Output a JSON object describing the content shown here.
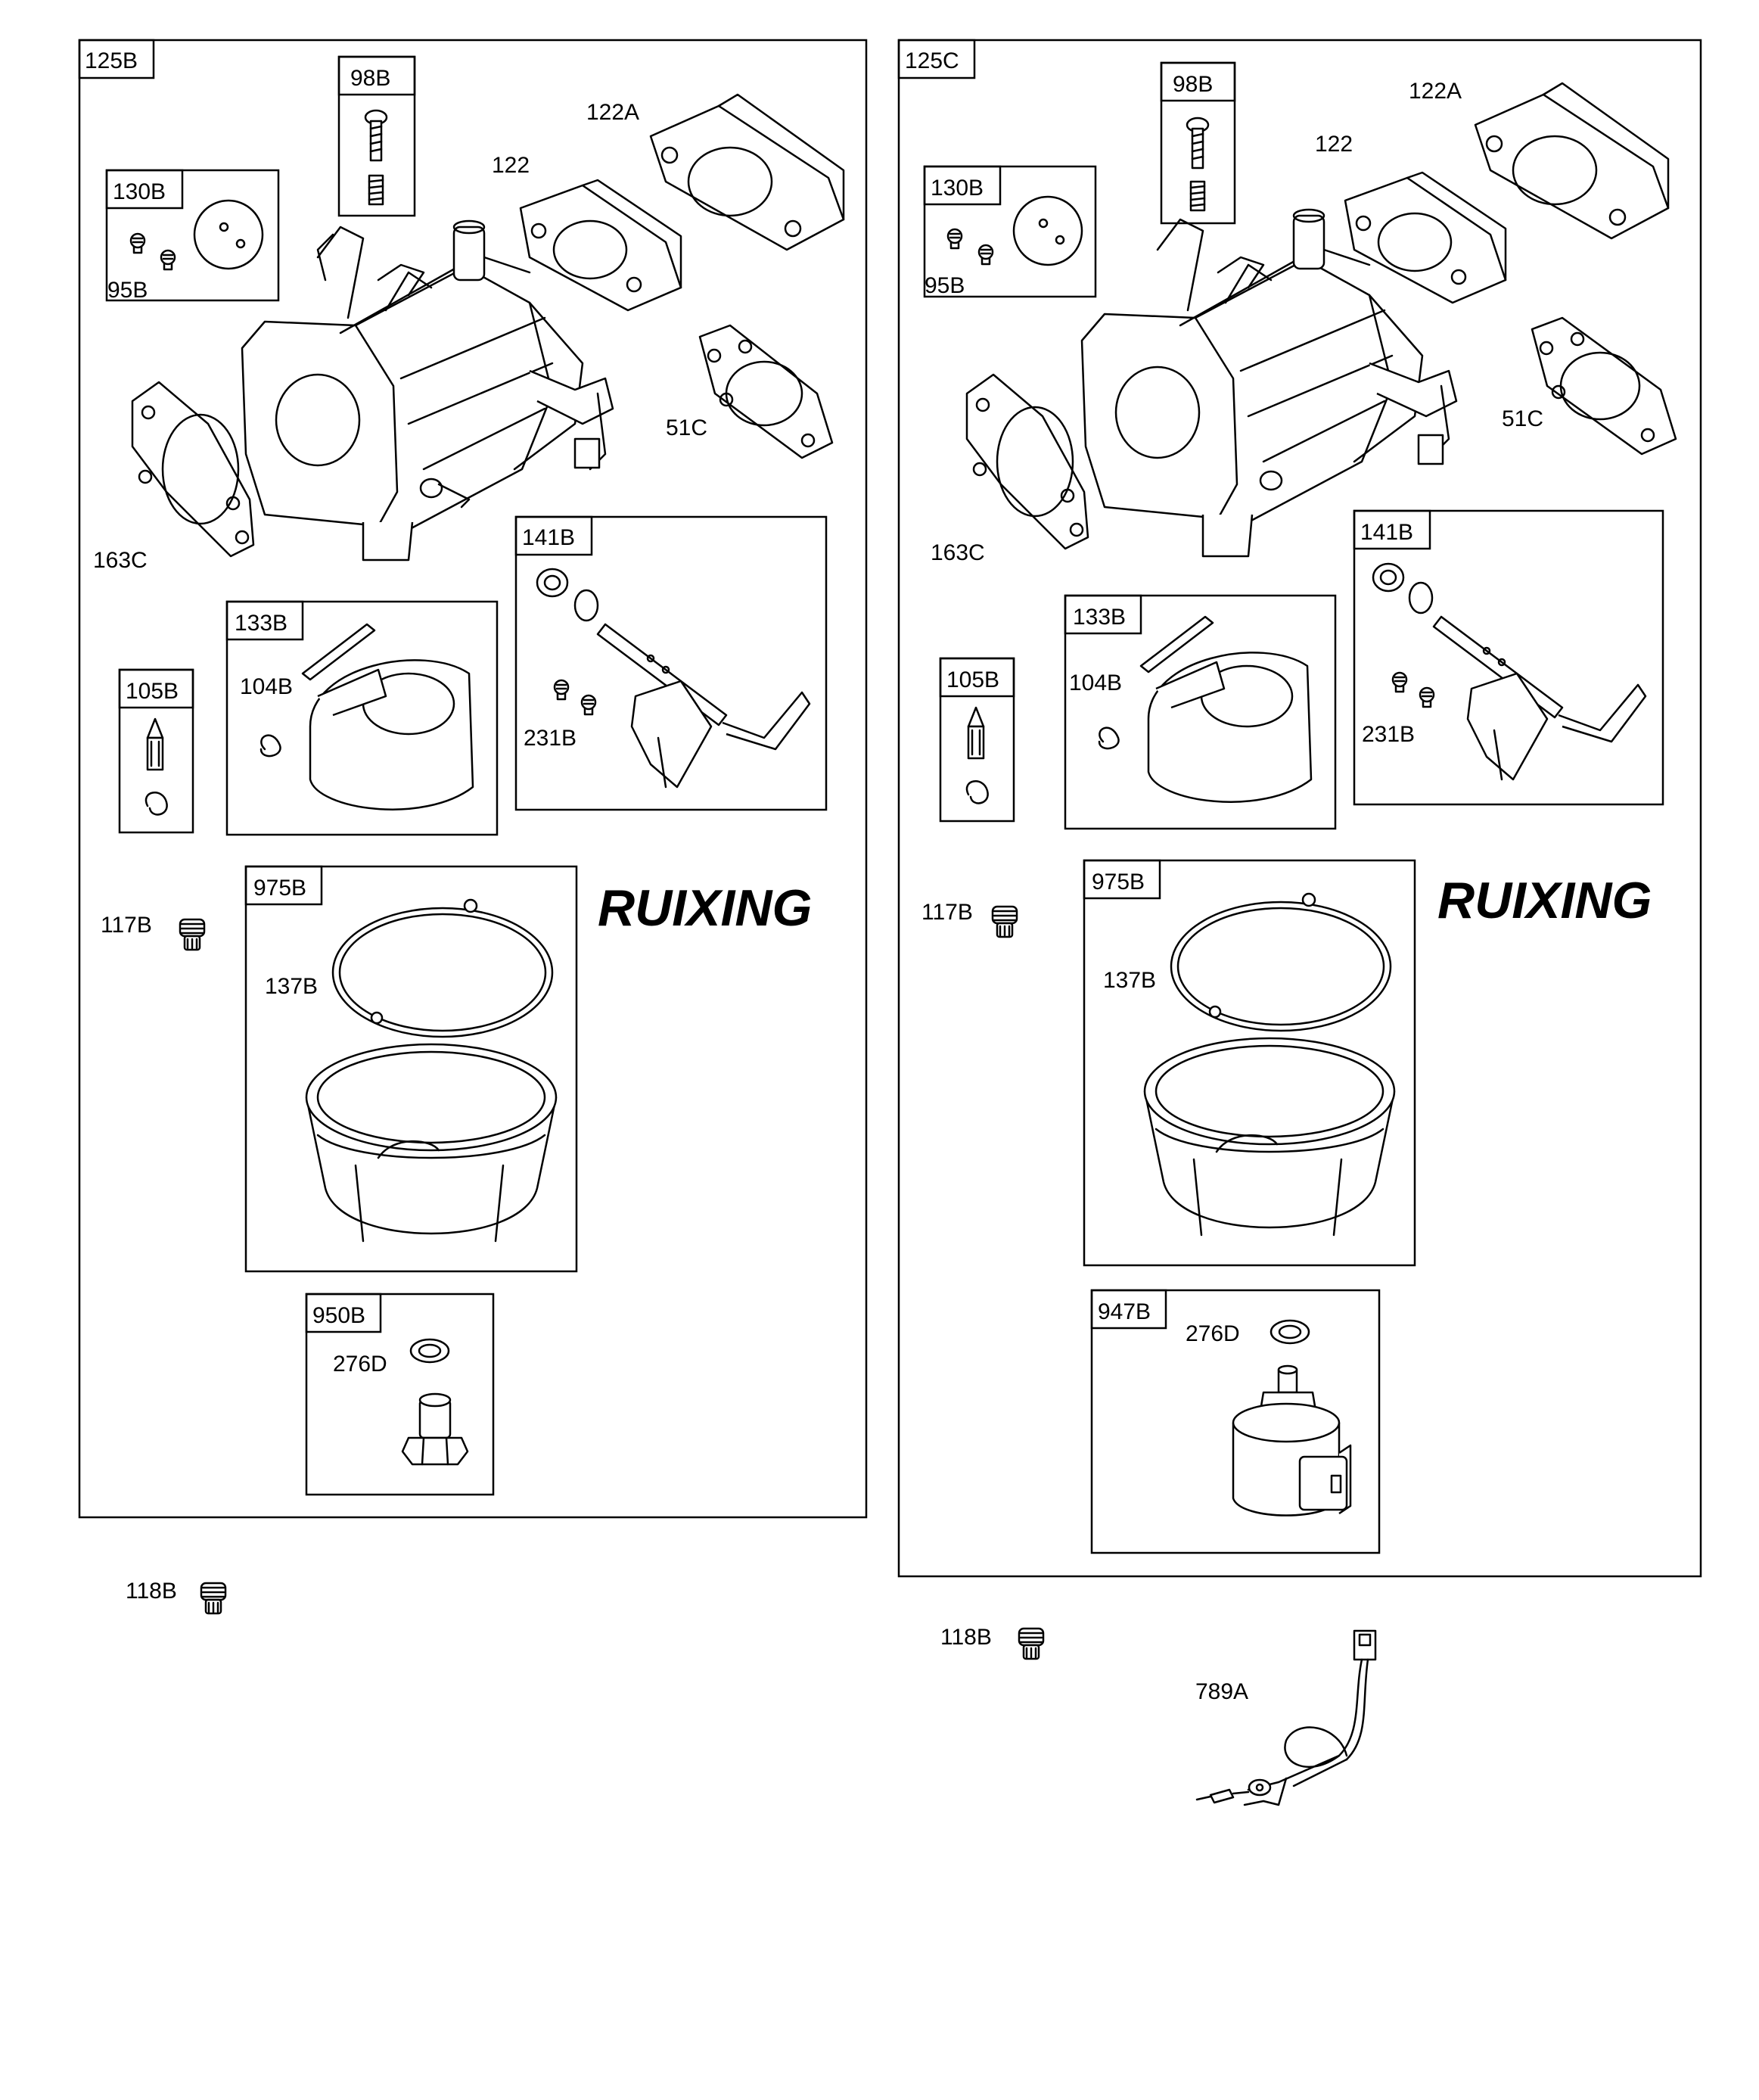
{
  "brand": "RUIXING",
  "left": {
    "kit": "125B",
    "screw_kit": "98B",
    "plate_kit": "130B",
    "plate_screw": "95B",
    "spacer": "122",
    "spacer_a": "122A",
    "gasket_top": "51C",
    "gasket_side": "163C",
    "shaft_kit": "141B",
    "shaft_screw": "231B",
    "float_kit": "133B",
    "float_pin": "104B",
    "needle_kit": "105B",
    "jet": "117B",
    "bowl_kit": "975B",
    "bowl_gasket": "137B",
    "drain_kit": "950B",
    "washer": "276D",
    "main_jet": "118B"
  },
  "right": {
    "kit": "125C",
    "screw_kit": "98B",
    "plate_kit": "130B",
    "plate_screw": "95B",
    "spacer": "122",
    "spacer_a": "122A",
    "gasket_top": "51C",
    "gasket_side": "163C",
    "shaft_kit": "141B",
    "shaft_screw": "231B",
    "float_kit": "133B",
    "float_pin": "104B",
    "needle_kit": "105B",
    "jet": "117B",
    "bowl_kit": "975B",
    "bowl_gasket": "137B",
    "solenoid_kit": "947B",
    "washer": "276D",
    "main_jet": "118B",
    "harness": "789A"
  }
}
